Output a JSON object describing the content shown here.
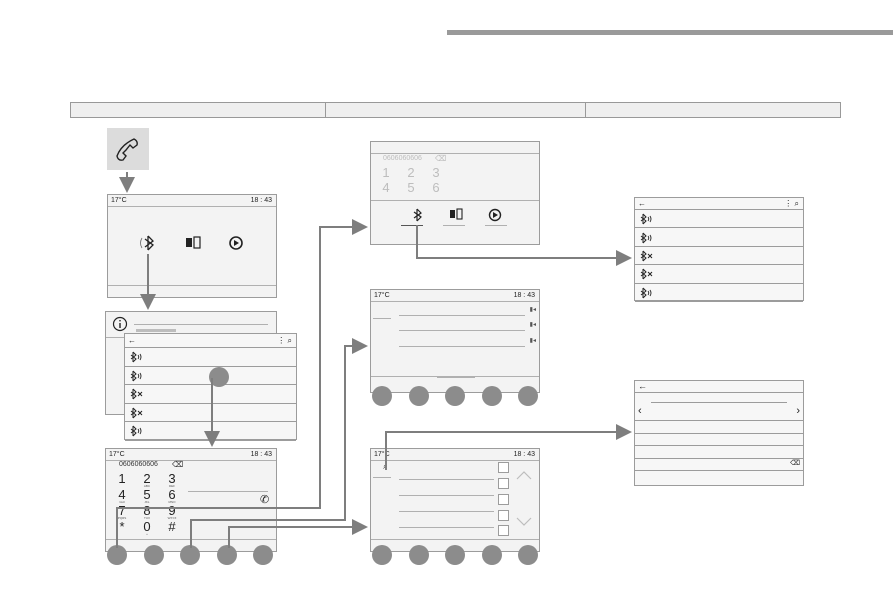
{
  "phone_icon": "phone-handset-icon",
  "temp": "17°C",
  "clock": "18 : 43",
  "dialed_number": "0606060606",
  "keypad": [
    {
      "d": "1",
      "s": ""
    },
    {
      "d": "2",
      "s": "ABC"
    },
    {
      "d": "3",
      "s": "DEF"
    },
    {
      "d": "4",
      "s": "GHI"
    },
    {
      "d": "5",
      "s": "JKL"
    },
    {
      "d": "6",
      "s": "MNO"
    },
    {
      "d": "7",
      "s": "PQRS"
    },
    {
      "d": "8",
      "s": "TUV"
    },
    {
      "d": "9",
      "s": "WXYZ"
    },
    {
      "d": "*",
      "s": ""
    },
    {
      "d": "0",
      "s": "+"
    },
    {
      "d": "#",
      "s": ""
    }
  ],
  "device_list": [
    "bluetooth-connected",
    "bluetooth-connected",
    "bluetooth-disconnected",
    "bluetooth-disconnected",
    "bluetooth-connected"
  ],
  "colors": {
    "accent_gray": "#9a9a9a",
    "circle": "#8c8c8c",
    "arrow": "#7e7e7e"
  }
}
